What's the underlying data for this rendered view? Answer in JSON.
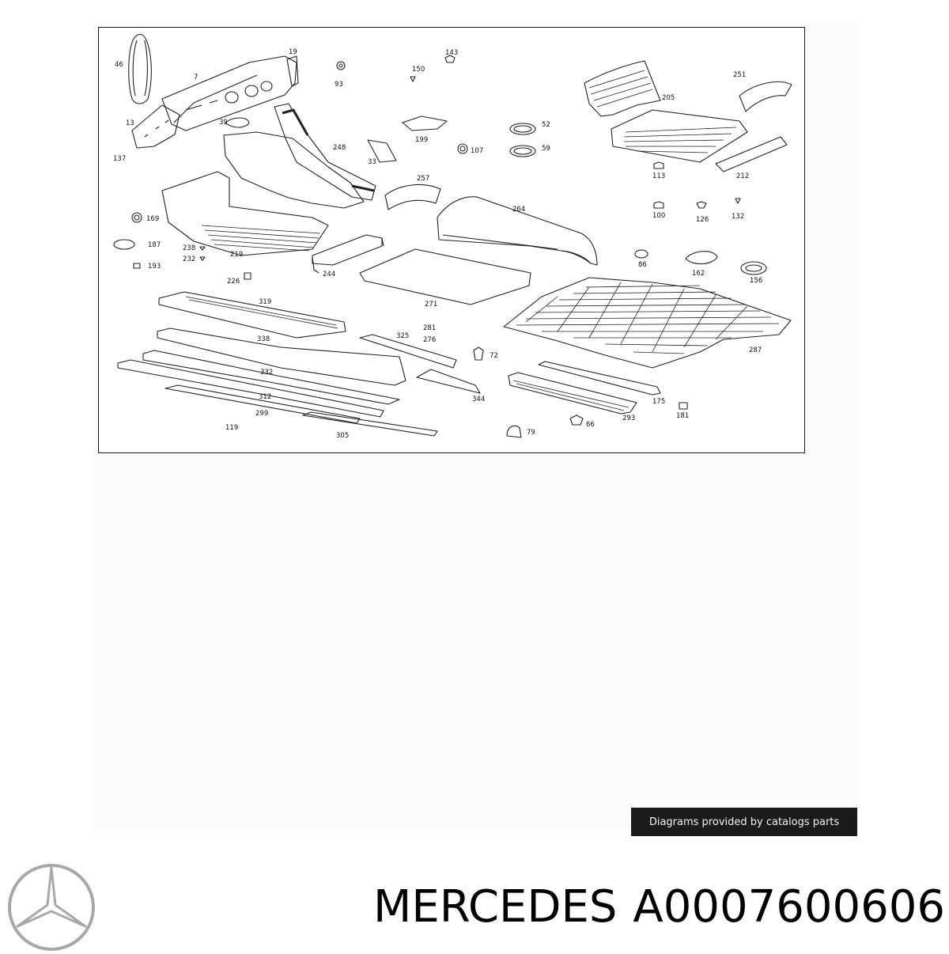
{
  "labels": {
    "p46": "46",
    "p19": "19",
    "p7": "7",
    "p13": "13",
    "p137": "137",
    "p39": "39",
    "p248": "248",
    "p93": "93",
    "p143": "143",
    "p150": "150",
    "p199": "199",
    "p107": "107",
    "p52": "52",
    "p59": "59",
    "p33": "33",
    "p257": "257",
    "p264": "264",
    "p251": "251",
    "p205": "205",
    "p212": "212",
    "p113": "113",
    "p100": "100",
    "p126": "126",
    "p132": "132",
    "p169": "169",
    "p187": "187",
    "p193": "193",
    "p238": "238",
    "p232": "232",
    "p219": "219",
    "p244": "244",
    "p226": "226",
    "p271": "271",
    "p86": "86",
    "p162": "162",
    "p156": "156",
    "p319": "319",
    "p338": "338",
    "p325": "325",
    "p281": "281",
    "p276": "276",
    "p72": "72",
    "p287": "287",
    "p332": "332",
    "p312": "312",
    "p299": "299",
    "p119": "119",
    "p305": "305",
    "p344": "344",
    "p79": "79",
    "p66": "66",
    "p293": "293",
    "p175": "175",
    "p181": "181"
  },
  "credit": "Diagrams provided by catalogs parts",
  "brand": "MERCEDES",
  "part_number": "A0007600606",
  "logo_icon": "mercedes-star-icon",
  "colors": {
    "text": "#111111",
    "credit_bg": "#1b1b1b",
    "credit_text": "#f2f2f2",
    "logo": "#a8a8a8"
  }
}
